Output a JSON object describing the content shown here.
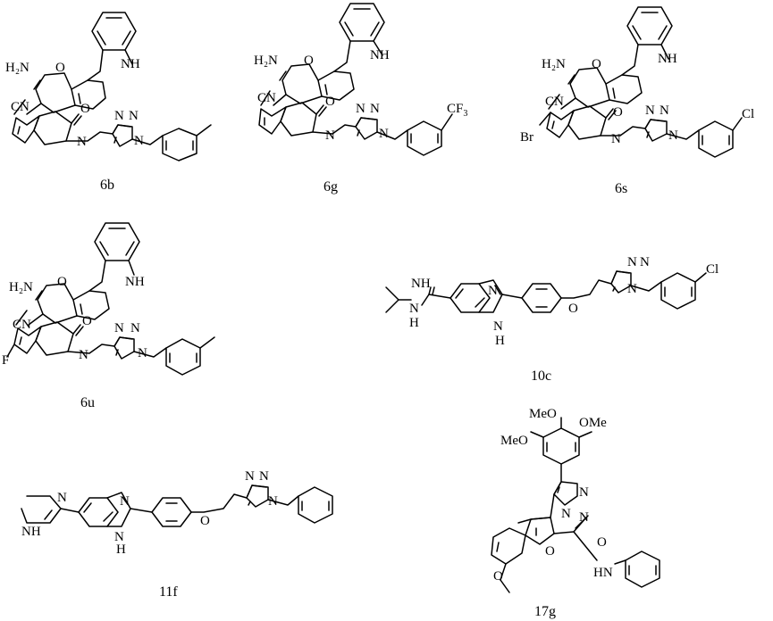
{
  "compounds": [
    {
      "id": "6b"
    },
    {
      "id": "6g"
    },
    {
      "id": "6s"
    },
    {
      "id": "6u"
    },
    {
      "id": "10c"
    },
    {
      "id": "11f"
    },
    {
      "id": "17g"
    }
  ],
  "atoms": {
    "h2n": "H₂N",
    "h2n_plain": "H",
    "two": "2",
    "n": "N",
    "nh": "NH",
    "h": "H",
    "o": "O",
    "cn": "CN",
    "br": "Br",
    "f": "F",
    "cl": "Cl",
    "cf3": "CF",
    "three": "3",
    "meo": "MeO",
    "ome": "OMe",
    "hn": "HN"
  }
}
